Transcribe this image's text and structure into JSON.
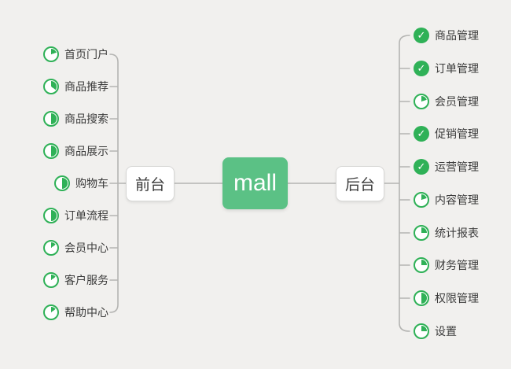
{
  "colors": {
    "background": "#f1f0ee",
    "line": "#b4b4b2",
    "icon_green": "#2fb157",
    "center_node_green": "#5bc185",
    "text": "#3b3b3b"
  },
  "center_node": {
    "label": "mall"
  },
  "left_branch": {
    "label": "前台",
    "items": [
      {
        "label": "首页门户",
        "icon": "pie-icon",
        "percent": 20
      },
      {
        "label": "商品推荐",
        "icon": "pie-icon",
        "percent": 35
      },
      {
        "label": "商品搜索",
        "icon": "pie-icon",
        "percent": 50
      },
      {
        "label": "商品展示",
        "icon": "pie-icon",
        "percent": 50
      },
      {
        "label": "购物车",
        "icon": "pie-icon",
        "percent": 50
      },
      {
        "label": "订单流程",
        "icon": "pie-icon",
        "percent": 50
      },
      {
        "label": "会员中心",
        "icon": "pie-icon",
        "percent": 15
      },
      {
        "label": "客户服务",
        "icon": "pie-icon",
        "percent": 15
      },
      {
        "label": "帮助中心",
        "icon": "pie-icon",
        "percent": 15
      }
    ]
  },
  "right_branch": {
    "label": "后台",
    "items": [
      {
        "label": "商品管理",
        "icon": "check-icon",
        "percent": 100
      },
      {
        "label": "订单管理",
        "icon": "check-icon",
        "percent": 100
      },
      {
        "label": "会员管理",
        "icon": "pie-icon",
        "percent": 20
      },
      {
        "label": "促销管理",
        "icon": "check-icon",
        "percent": 100
      },
      {
        "label": "运营管理",
        "icon": "check-icon",
        "percent": 100
      },
      {
        "label": "内容管理",
        "icon": "pie-icon",
        "percent": 20
      },
      {
        "label": "统计报表",
        "icon": "pie-icon",
        "percent": 25
      },
      {
        "label": "财务管理",
        "icon": "pie-icon",
        "percent": 25
      },
      {
        "label": "权限管理",
        "icon": "pie-icon",
        "percent": 50
      },
      {
        "label": "设置",
        "icon": "pie-icon",
        "percent": 25
      }
    ]
  }
}
